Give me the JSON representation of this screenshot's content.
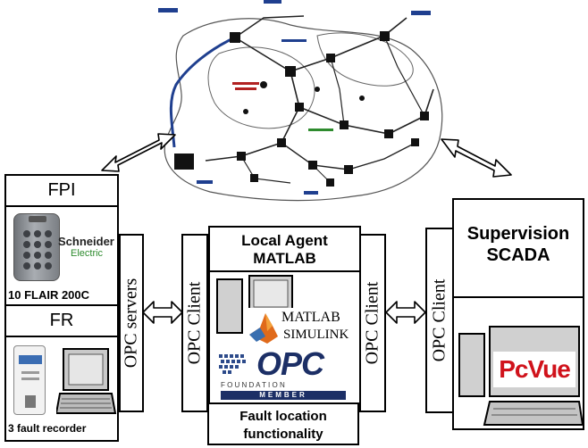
{
  "network_map": {
    "region_labels": [
      "",
      "",
      ""
    ]
  },
  "fpi": {
    "title": "FPI",
    "device_brand_line1": "Schneider",
    "device_brand_line2": "Electric",
    "device_label": "10 FLAIR 200C"
  },
  "fr": {
    "title": "FR",
    "device_label": "3 fault recorder"
  },
  "opc_servers_label": "OPC servers",
  "local_agent": {
    "title_line1": "Local Agent",
    "title_line2": "MATLAB",
    "left_client": "OPC Client",
    "right_client": "OPC Client",
    "matlab_logo": "MATLAB",
    "simulink_logo": "SIMULINK",
    "opc_logo": "OPC",
    "foundation_text": "F O U N D A T I O N",
    "member_text": "MEMBER"
  },
  "fault_location": {
    "line1": "Fault location",
    "line2": "functionality"
  },
  "supervision": {
    "title_line1": "Supervision",
    "title_line2": "SCADA",
    "client_label": "OPC Client",
    "pcvue_logo": "PcVue"
  },
  "colors": {
    "border": "#000000",
    "device_gray": "#8a8d92",
    "pcvue_red": "#d0121b",
    "matlab_orange": "#e06a1b",
    "map_blue": "#1f3f8f"
  }
}
